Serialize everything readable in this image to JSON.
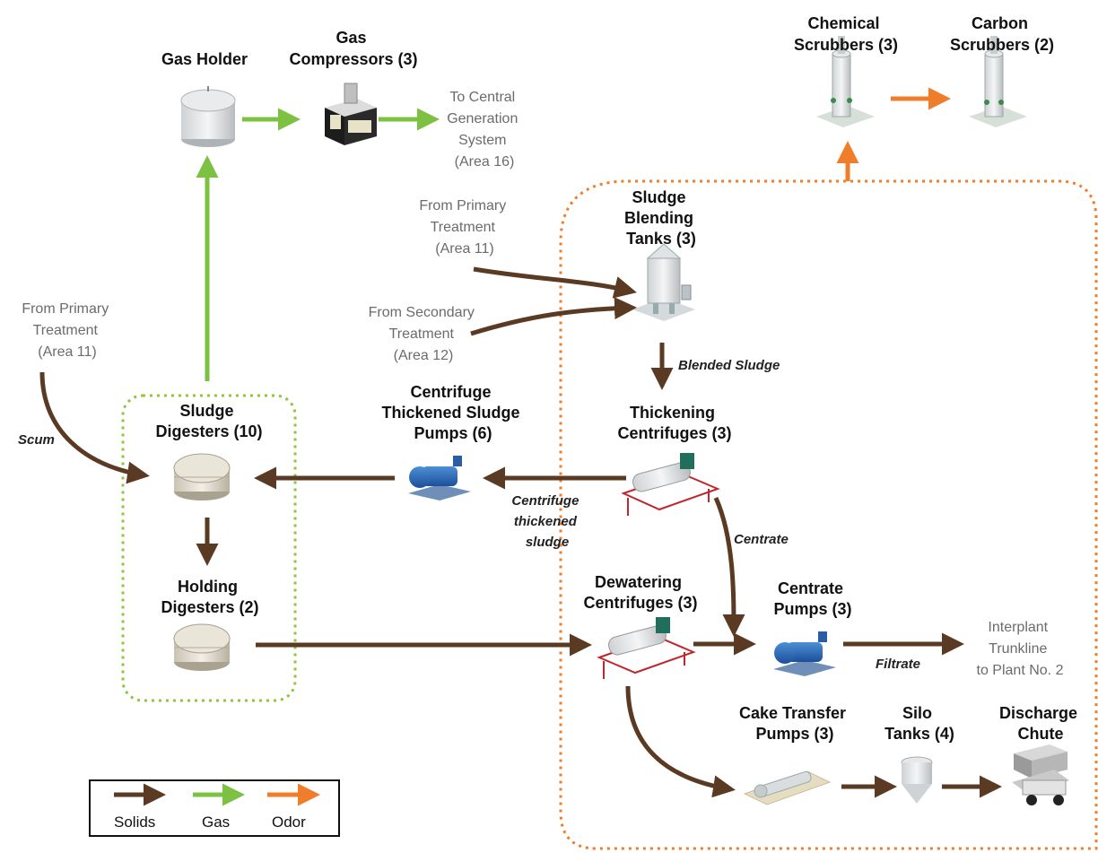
{
  "components": {
    "gas_holder": "Gas Holder",
    "gas_compressors": [
      "Gas",
      "Compressors (3)"
    ],
    "chemical_scrubbers": [
      "Chemical",
      "Scrubbers (3)"
    ],
    "carbon_scrubbers": [
      "Carbon",
      "Scrubbers (2)"
    ],
    "blending_tanks": [
      "Sludge",
      "Blending",
      "Tanks (3)"
    ],
    "sludge_digesters": [
      "Sludge",
      "Digesters (10)"
    ],
    "centrifuge_pumps": [
      "Centrifuge",
      "Thickened Sludge",
      "Pumps (6)"
    ],
    "thickening_centrifuges": [
      "Thickening",
      "Centrifuges (3)"
    ],
    "holding_digesters": [
      "Holding",
      "Digesters (2)"
    ],
    "dewatering_centrifuges": [
      "Dewatering",
      "Centrifuges (3)"
    ],
    "centrate_pumps": [
      "Centrate",
      "Pumps (3)"
    ],
    "cake_transfer_pumps": [
      "Cake Transfer",
      "Pumps (3)"
    ],
    "silo_tanks": [
      "Silo",
      "Tanks (4)"
    ],
    "discharge_chute": [
      "Discharge",
      "Chute"
    ]
  },
  "endpoints": {
    "to_central": [
      "To Central",
      "Generation",
      "System",
      "(Area 16)"
    ],
    "from_primary_top": [
      "From Primary",
      "Treatment",
      "(Area 11)"
    ],
    "from_secondary": [
      "From Secondary",
      "Treatment",
      "(Area 12)"
    ],
    "from_primary_left": [
      "From Primary",
      "Treatment",
      "(Area 11)"
    ],
    "interplant": [
      "Interplant",
      "Trunkline",
      "to Plant No. 2"
    ]
  },
  "flow_labels": {
    "blended_sludge": "Blended Sludge",
    "scum": "Scum",
    "centrifuge_thickened": [
      "Centrifuge",
      "thickened",
      "sludge"
    ],
    "centrate": "Centrate",
    "filtrate": "Filtrate"
  },
  "legend": {
    "solids": "Solids",
    "gas": "Gas",
    "odor": "Odor"
  },
  "colors": {
    "solids": "#5a3a22",
    "gas": "#7dc142",
    "odor": "#f07d2a",
    "gas_boundary": "#8dc63f",
    "odor_boundary": "#f07d2a"
  }
}
